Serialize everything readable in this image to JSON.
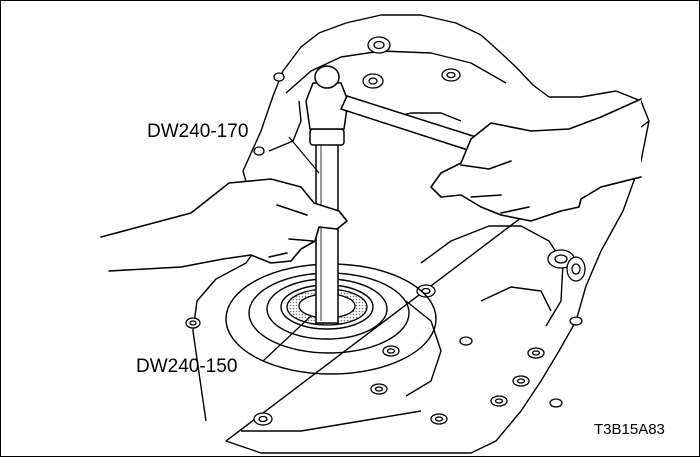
{
  "labels": {
    "tool_upper": "DW240-170",
    "tool_lower": "DW240-150"
  },
  "figure_id": "T3B15A83",
  "colors": {
    "line": "#000000",
    "background": "#ffffff",
    "shading": "#9a9a9a"
  }
}
